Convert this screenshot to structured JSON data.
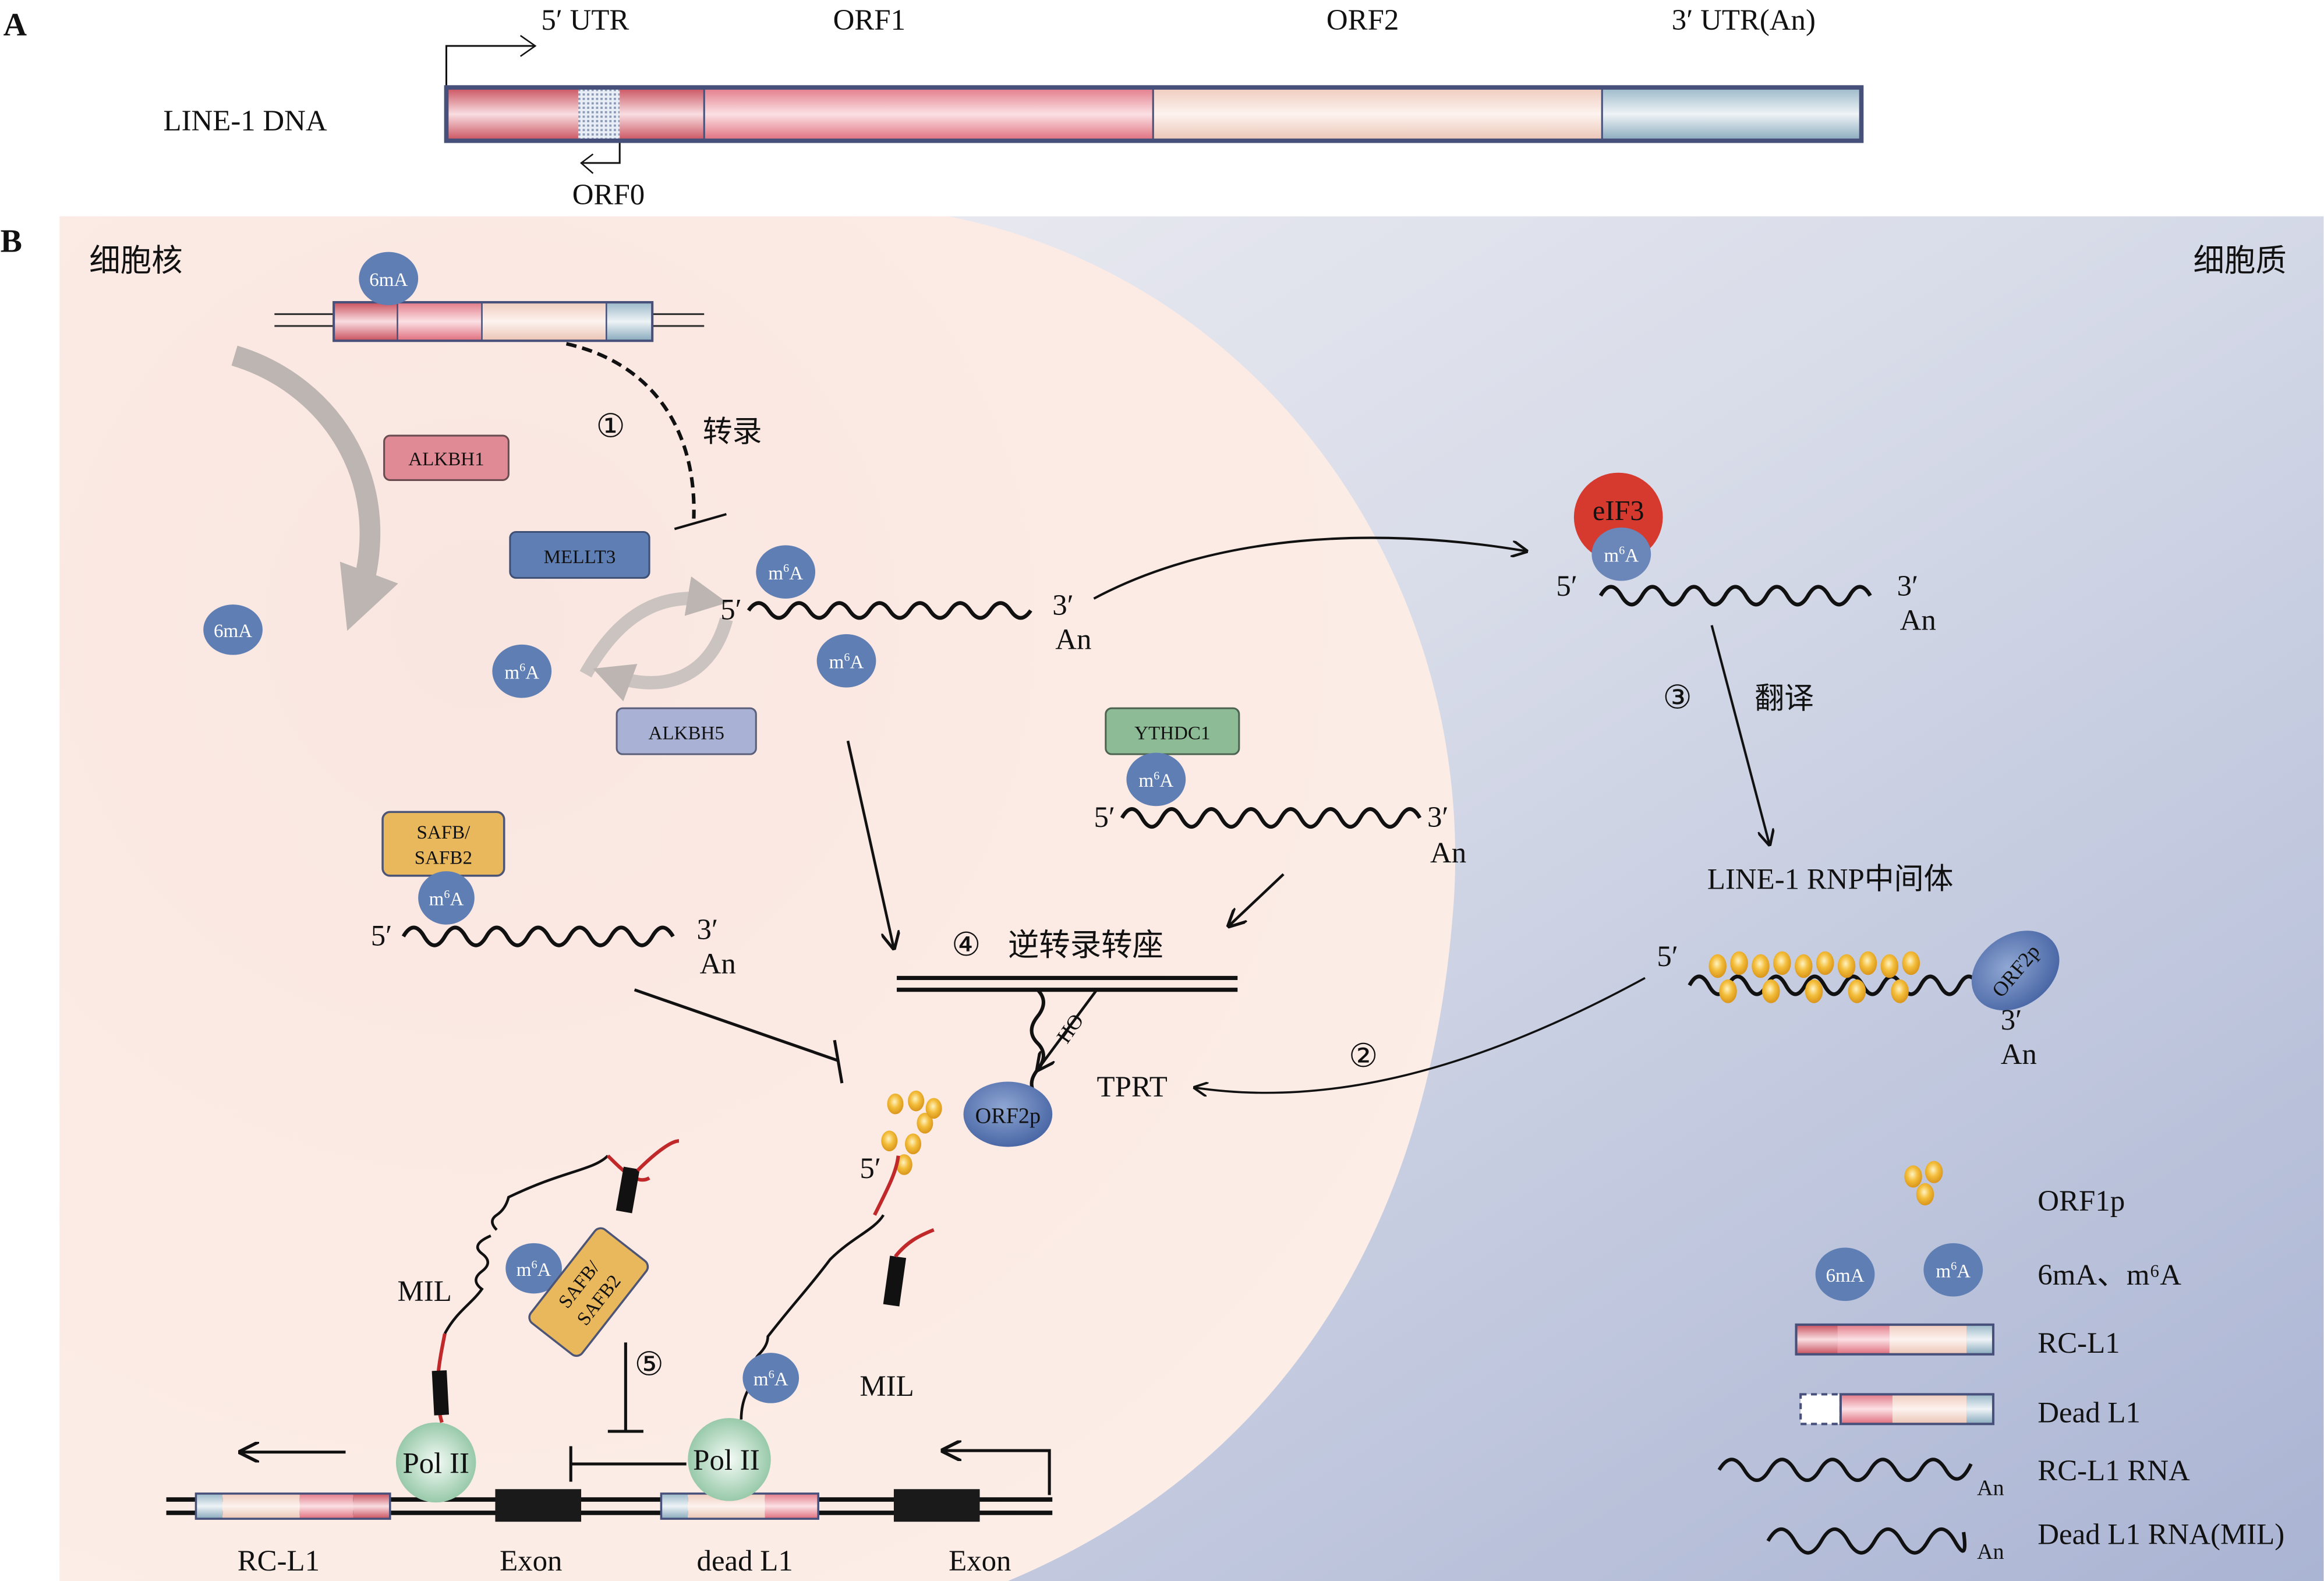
{
  "panel_a": {
    "label": "A",
    "row_label": "LINE-1 DNA",
    "segments": [
      "5′ UTR",
      "ORF1",
      "ORF2",
      "3′ UTR(An)"
    ],
    "orf0_label": "ORF0"
  },
  "panel_b": {
    "label": "B",
    "nucleus_label": "细胞核",
    "cytoplasm_label": "细胞质",
    "badges": {
      "six_ma": "6mA",
      "m6a_base": "m",
      "m6a_sup": "6",
      "m6a_tail": "A"
    },
    "proteins": {
      "alkbh1": "ALKBH1",
      "mellt3": "MELLT3",
      "alkbh5": "ALKBH5",
      "ythdc1": "YTHDC1",
      "safb_line1": "SAFB/",
      "safb_line2": "SAFB2",
      "eif3": "eIF3",
      "orf2p": "ORF2p",
      "pol2": "Pol II"
    },
    "rna_ends": {
      "five": "5′",
      "three": "3′",
      "an": "An"
    },
    "steps": {
      "step1_num": "①",
      "step1_label": "转录",
      "step2_num": "②",
      "step3_num": "③",
      "step3_label": "翻译",
      "step4_num": "④",
      "step4_label": "逆转录转座",
      "step5_num": "⑤"
    },
    "rnp_label": "LINE-1 RNP中间体",
    "tprt_label": "TPRT",
    "ho_label": "HO",
    "mil_label": "MIL",
    "genome_labels": [
      "RC-L1",
      "Exon",
      "dead L1",
      "Exon"
    ]
  },
  "legend": {
    "items": [
      {
        "icon": "orf1p-cluster-icon",
        "label": "ORF1p"
      },
      {
        "icon": "methylation-badges-icon",
        "label": "6mA、m⁶A"
      },
      {
        "icon": "rc-l1-bar-icon",
        "label": "RC-L1"
      },
      {
        "icon": "dead-l1-bar-icon",
        "label": "Dead L1"
      },
      {
        "icon": "rna-wave-icon",
        "label": "RC-L1 RNA"
      },
      {
        "icon": "mil-wave-icon",
        "label": "Dead L1 RNA(MIL)"
      }
    ],
    "an": "An"
  },
  "colors": {
    "nucleus": "#fbe9e3",
    "cytoplasm": "#c3cbe0",
    "badge": "#5f7fb4",
    "orf1_red": "#d9707e",
    "orf2_peach": "#f2cfc2",
    "utr3_blue": "#8fb2c4",
    "outline": "#47507a",
    "eif3_red": "#d63a2f",
    "ythdc1_green": "#8dbb95",
    "safb_gold": "#e9b85d",
    "orf1p_gold": "#f0b529"
  }
}
